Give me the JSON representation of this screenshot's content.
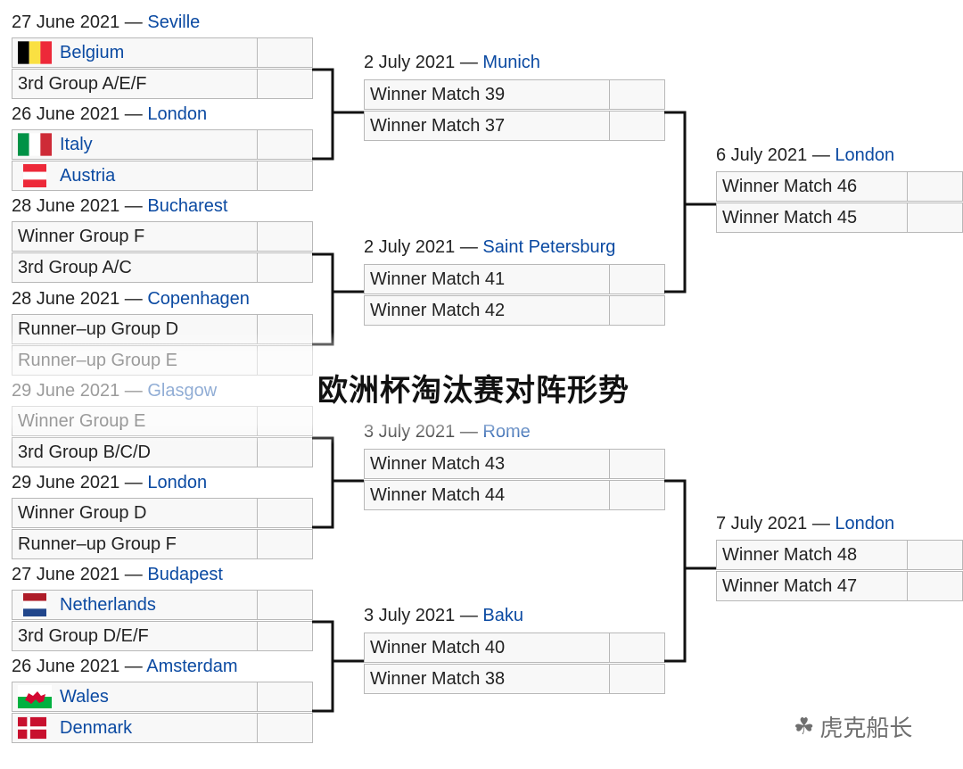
{
  "title": "欧洲杯淘汰赛对阵形势",
  "watermark": {
    "icon": "wechat-icon",
    "text": "虎克船长"
  },
  "colors": {
    "venue": "#0b4aa2",
    "connector": "#111111",
    "box_bg": "#f8f8f8",
    "box_border": "#b8b8b8"
  },
  "round_of_16": [
    {
      "date": "27 June 2021",
      "venue": "Seville",
      "teams": [
        {
          "name": "Belgium",
          "flag": "belgium-flag-icon"
        },
        {
          "name": "3rd Group A/E/F"
        }
      ]
    },
    {
      "date": "26 June 2021",
      "venue": "London",
      "teams": [
        {
          "name": "Italy",
          "flag": "italy-flag-icon"
        },
        {
          "name": "Austria",
          "flag": "austria-flag-icon"
        }
      ]
    },
    {
      "date": "28 June 2021",
      "venue": "Bucharest",
      "teams": [
        {
          "name": "Winner Group F"
        },
        {
          "name": "3rd Group A/C"
        }
      ]
    },
    {
      "date": "28 June 2021",
      "venue": "Copenhagen",
      "teams": [
        {
          "name": "Runner–up Group D"
        },
        {
          "name": "Runner–up Group E"
        }
      ]
    },
    {
      "date": "29 June 2021",
      "venue": "Glasgow",
      "teams": [
        {
          "name": "Winner Group E"
        },
        {
          "name": "3rd Group B/C/D"
        }
      ]
    },
    {
      "date": "29 June 2021",
      "venue": "London",
      "teams": [
        {
          "name": "Winner Group D"
        },
        {
          "name": "Runner–up Group F"
        }
      ]
    },
    {
      "date": "27 June 2021",
      "venue": "Budapest",
      "teams": [
        {
          "name": "Netherlands",
          "flag": "netherlands-flag-icon"
        },
        {
          "name": "3rd Group D/E/F"
        }
      ]
    },
    {
      "date": "26 June 2021",
      "venue": "Amsterdam",
      "teams": [
        {
          "name": "Wales",
          "flag": "wales-flag-icon"
        },
        {
          "name": "Denmark",
          "flag": "denmark-flag-icon"
        }
      ]
    }
  ],
  "quarter_finals": [
    {
      "date": "2 July 2021",
      "venue": "Munich",
      "teams": [
        {
          "name": "Winner Match 39"
        },
        {
          "name": "Winner Match 37"
        }
      ]
    },
    {
      "date": "2 July 2021",
      "venue": "Saint Petersburg",
      "teams": [
        {
          "name": "Winner Match 41"
        },
        {
          "name": "Winner Match 42"
        }
      ]
    },
    {
      "date": "3 July 2021",
      "venue": "Rome",
      "teams": [
        {
          "name": "Winner Match 43"
        },
        {
          "name": "Winner Match 44"
        }
      ]
    },
    {
      "date": "3 July 2021",
      "venue": "Baku",
      "teams": [
        {
          "name": "Winner Match 40"
        },
        {
          "name": "Winner Match 38"
        }
      ]
    }
  ],
  "semi_finals": [
    {
      "date": "6 July 2021",
      "venue": "London",
      "teams": [
        {
          "name": "Winner Match 46"
        },
        {
          "name": "Winner Match 45"
        }
      ]
    },
    {
      "date": "7 July 2021",
      "venue": "London",
      "teams": [
        {
          "name": "Winner Match 48"
        },
        {
          "name": "Winner Match 47"
        }
      ]
    }
  ]
}
